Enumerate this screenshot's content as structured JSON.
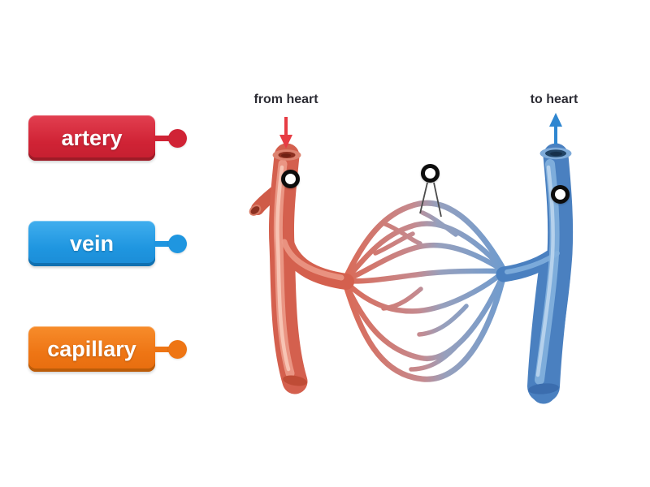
{
  "labels": [
    {
      "text": "artery",
      "color": "#d02335",
      "color_dark": "#9e1b27"
    },
    {
      "text": "vein",
      "color": "#1f96e0",
      "color_dark": "#1070b0"
    },
    {
      "text": "capillary",
      "color": "#ee7514",
      "color_dark": "#bb5c09"
    }
  ],
  "diagram": {
    "annotations": [
      {
        "text": "from heart",
        "arrow_direction": "down",
        "arrow_color": "#e73c44"
      },
      {
        "text": "to heart",
        "arrow_direction": "up",
        "arrow_color": "#2f86d0"
      }
    ],
    "hotspots": [
      {
        "name": "artery-target"
      },
      {
        "name": "capillary-target"
      },
      {
        "name": "vein-target"
      }
    ],
    "vessel_colors": {
      "artery": "#d4604e",
      "vein": "#4a80c0",
      "capillary_left": "#da6a57",
      "capillary_right": "#6f9bce"
    }
  }
}
